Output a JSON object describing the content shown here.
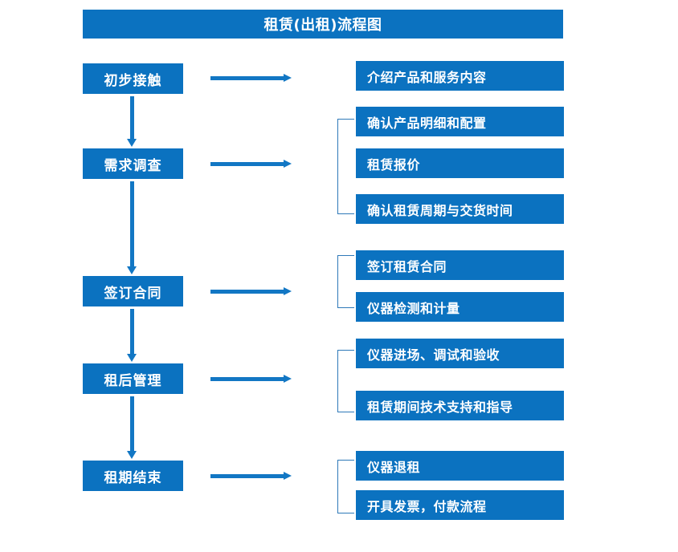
{
  "title": "租赁(出租)流程图",
  "colors": {
    "box_fill": "#0B72C0",
    "box_text": "#FFFFFF",
    "arrow": "#1277C4",
    "bracket": "#2E79B8",
    "background": "#FFFFFF"
  },
  "stages": [
    {
      "label": "初步接触"
    },
    {
      "label": "需求调查"
    },
    {
      "label": "签订合同"
    },
    {
      "label": "租后管理"
    },
    {
      "label": "租期结束"
    }
  ],
  "details": [
    {
      "label": "介绍产品和服务内容"
    },
    {
      "label": "确认产品明细和配置"
    },
    {
      "label": "租赁报价"
    },
    {
      "label": "确认租赁周期与交货时间"
    },
    {
      "label": "签订租赁合同"
    },
    {
      "label": "仪器检测和计量"
    },
    {
      "label": "仪器进场、调试和验收"
    },
    {
      "label": "租赁期间技术支持和指导"
    },
    {
      "label": "仪器退租"
    },
    {
      "label": "开具发票，付款流程"
    }
  ],
  "chart_data": {
    "type": "diagram",
    "title": "租赁(出租)流程图",
    "diagram_kind": "flowchart",
    "nodes": [
      {
        "id": "s1",
        "column": "stage",
        "label": "初步接触"
      },
      {
        "id": "s2",
        "column": "stage",
        "label": "需求调查"
      },
      {
        "id": "s3",
        "column": "stage",
        "label": "签订合同"
      },
      {
        "id": "s4",
        "column": "stage",
        "label": "租后管理"
      },
      {
        "id": "s5",
        "column": "stage",
        "label": "租期结束"
      },
      {
        "id": "d1",
        "column": "detail",
        "label": "介绍产品和服务内容"
      },
      {
        "id": "d2",
        "column": "detail",
        "label": "确认产品明细和配置"
      },
      {
        "id": "d3",
        "column": "detail",
        "label": "租赁报价"
      },
      {
        "id": "d4",
        "column": "detail",
        "label": "确认租赁周期与交货时间"
      },
      {
        "id": "d5",
        "column": "detail",
        "label": "签订租赁合同"
      },
      {
        "id": "d6",
        "column": "detail",
        "label": "仪器检测和计量"
      },
      {
        "id": "d7",
        "column": "detail",
        "label": "仪器进场、调试和验收"
      },
      {
        "id": "d8",
        "column": "detail",
        "label": "租赁期间技术支持和指导"
      },
      {
        "id": "d9",
        "column": "detail",
        "label": "仪器退租"
      },
      {
        "id": "d10",
        "column": "detail",
        "label": "开具发票，付款流程"
      }
    ],
    "edges": [
      {
        "from": "s1",
        "to": "s2",
        "kind": "down-arrow"
      },
      {
        "from": "s2",
        "to": "s3",
        "kind": "down-arrow"
      },
      {
        "from": "s3",
        "to": "s4",
        "kind": "down-arrow"
      },
      {
        "from": "s4",
        "to": "s5",
        "kind": "down-arrow"
      },
      {
        "from": "s1",
        "to": "d1",
        "kind": "right-arrow"
      },
      {
        "from": "s2",
        "to": "d2,d3,d4",
        "kind": "right-arrow-bracket"
      },
      {
        "from": "s3",
        "to": "d5,d6",
        "kind": "right-arrow-bracket"
      },
      {
        "from": "s4",
        "to": "d7,d8",
        "kind": "right-arrow-bracket"
      },
      {
        "from": "s5",
        "to": "d9,d10",
        "kind": "right-arrow-bracket"
      }
    ]
  }
}
